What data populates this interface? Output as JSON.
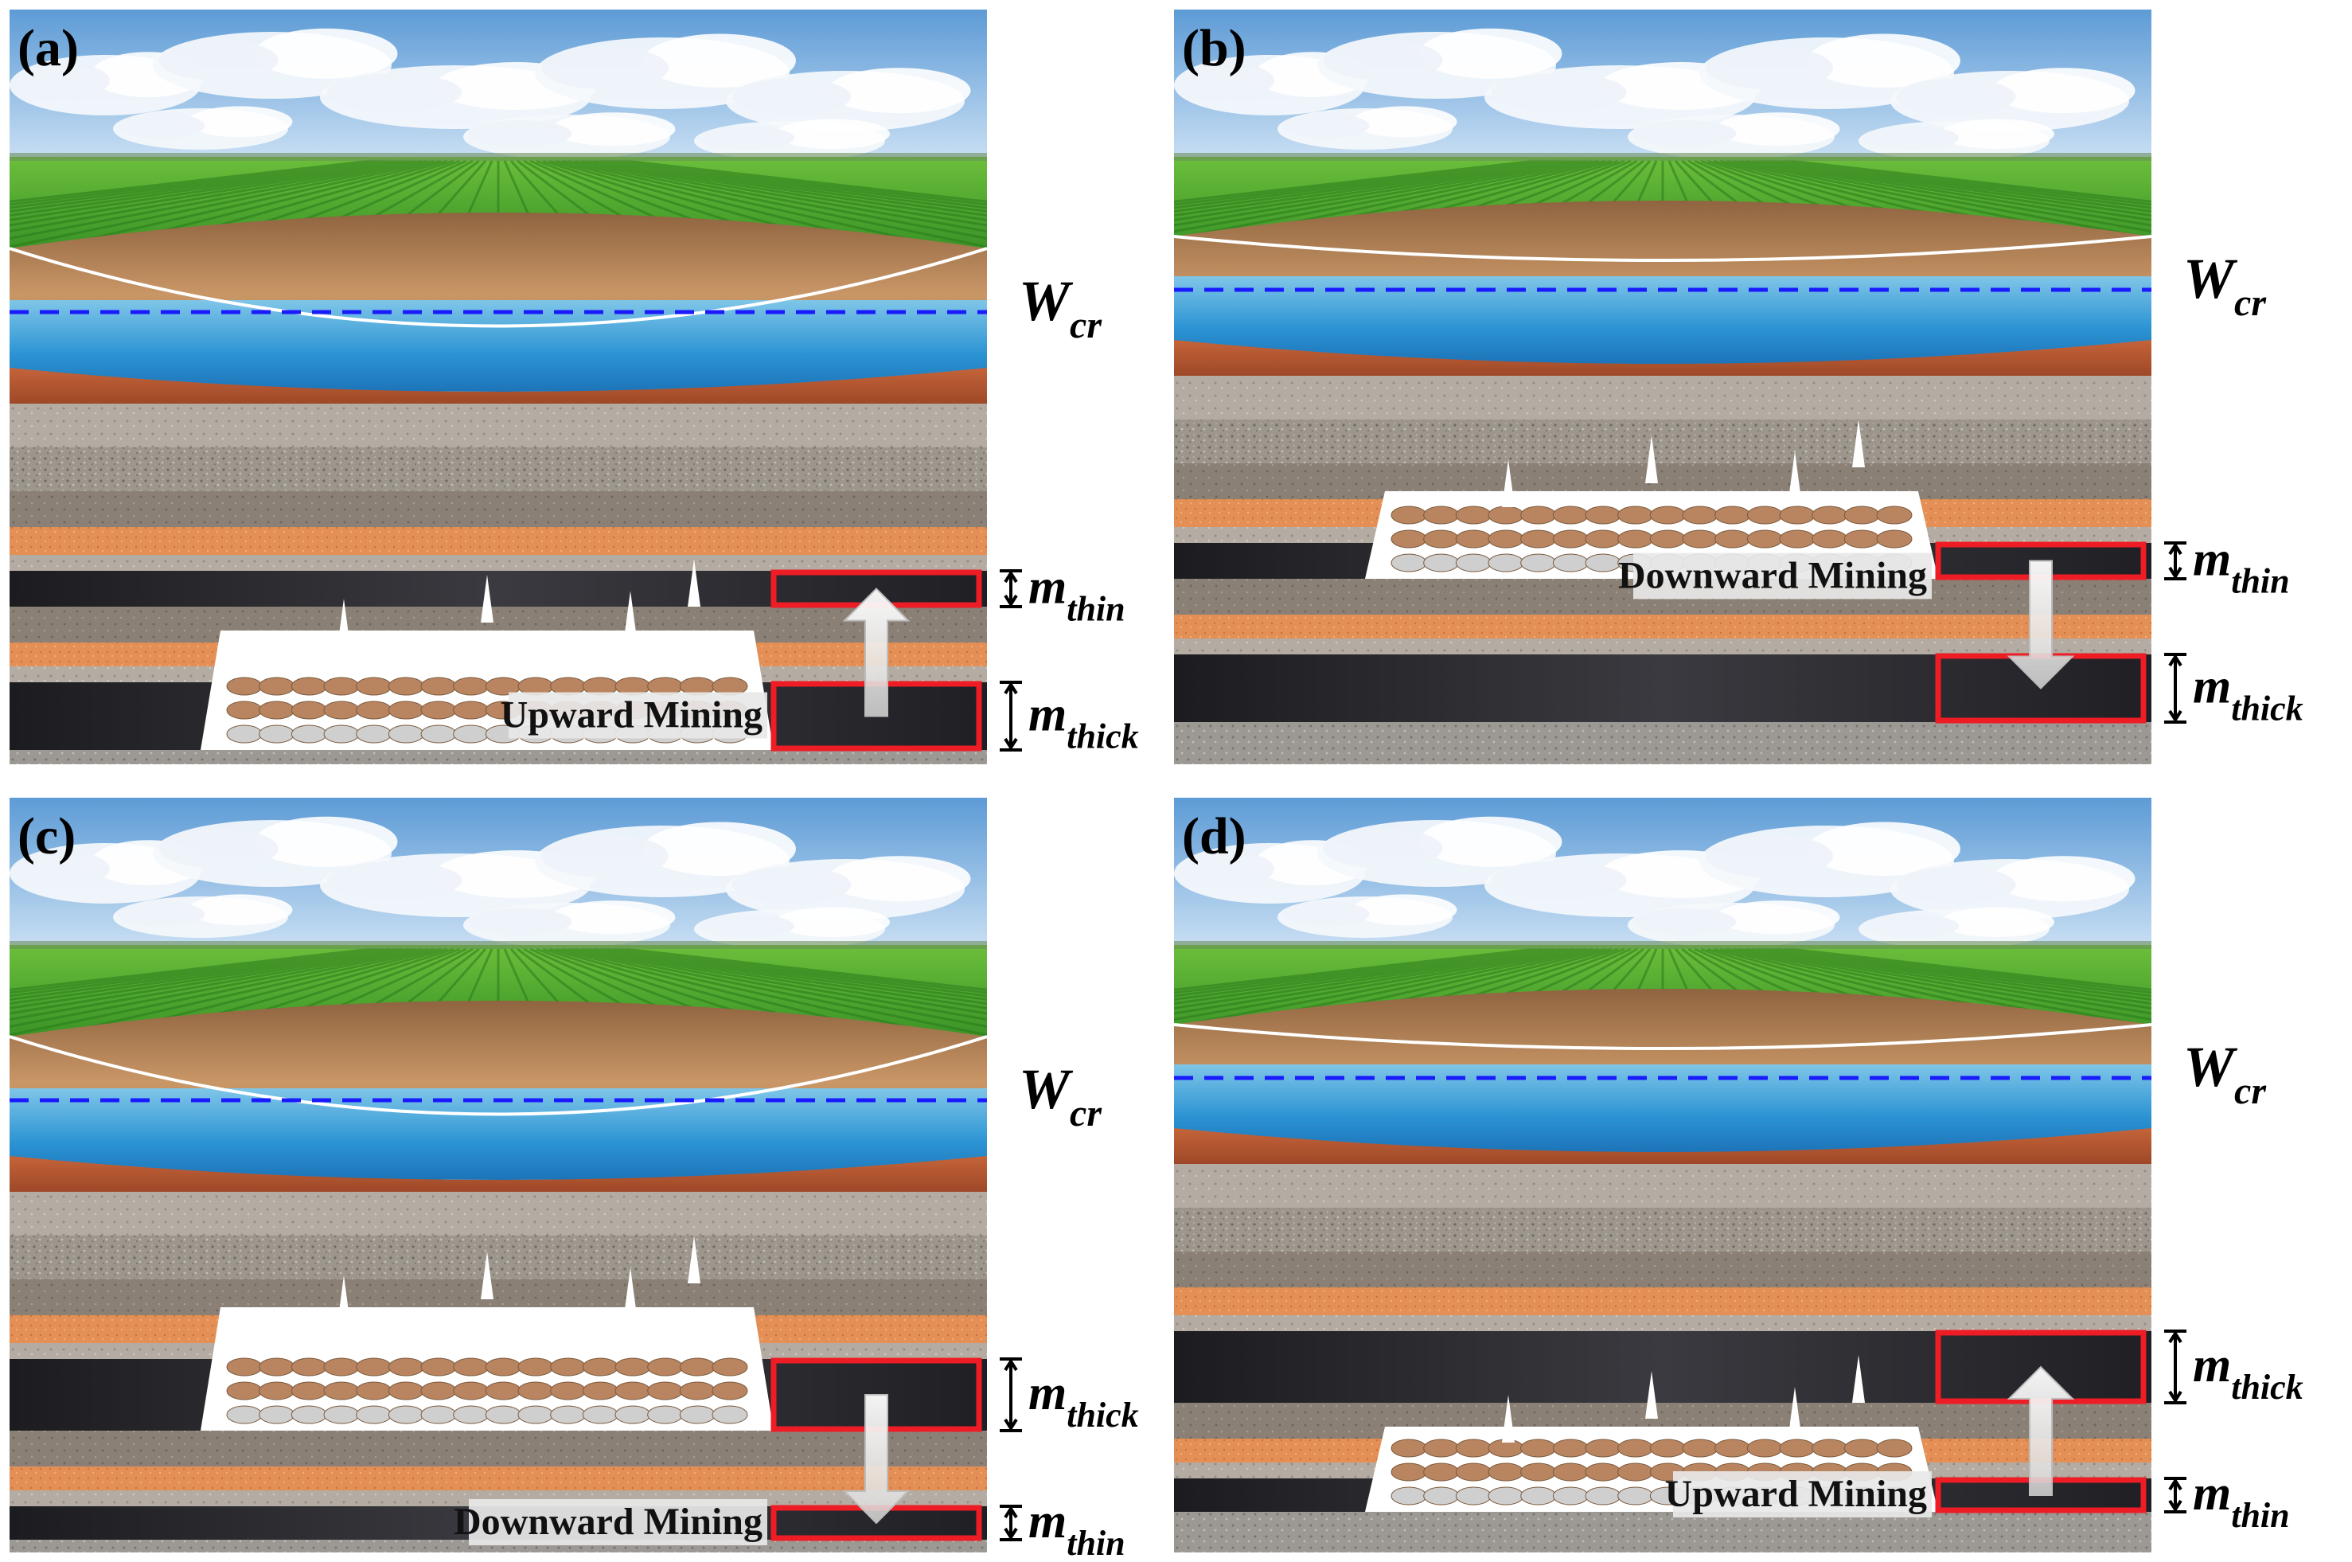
{
  "panels": [
    {
      "id": "a",
      "label": "(a)",
      "water_level_label": "W",
      "water_level_subscript": "cr",
      "upper_seam_label": "m",
      "upper_seam_subscript": "thin",
      "lower_seam_label": "m",
      "lower_seam_subscript": "thick",
      "mining_label": "Upward Mining",
      "direction": "up",
      "goaf_seam": "lower"
    },
    {
      "id": "b",
      "label": "(b)",
      "water_level_label": "W",
      "water_level_subscript": "cr",
      "upper_seam_label": "m",
      "upper_seam_subscript": "thin",
      "lower_seam_label": "m",
      "lower_seam_subscript": "thick",
      "mining_label": "Downward Mining",
      "direction": "down",
      "goaf_seam": "upper"
    },
    {
      "id": "c",
      "label": "(c)",
      "water_level_label": "W",
      "water_level_subscript": "cr",
      "upper_seam_label": "m",
      "upper_seam_subscript": "thick",
      "lower_seam_label": "m",
      "lower_seam_subscript": "thin",
      "mining_label": "Downward Mining",
      "direction": "down",
      "goaf_seam": "upper"
    },
    {
      "id": "d",
      "label": "(d)",
      "water_level_label": "W",
      "water_level_subscript": "cr",
      "upper_seam_label": "m",
      "upper_seam_subscript": "thick",
      "lower_seam_label": "m",
      "lower_seam_subscript": "thin",
      "mining_label": "Upward Mining",
      "direction": "up",
      "goaf_seam": "lower"
    }
  ],
  "colors": {
    "sky": "#7fb2e0",
    "cloud": "#f4f7fb",
    "grass": "#3f9a2c",
    "soil": "#b9875a",
    "water": "#2f9ad6",
    "red_clay": "#b5532f",
    "gray_rock": "#a8a29b",
    "sandstone": "#e0925a",
    "coal": "#26262a",
    "highlight": "#ee1c24",
    "water_line": "#1a1aff"
  }
}
